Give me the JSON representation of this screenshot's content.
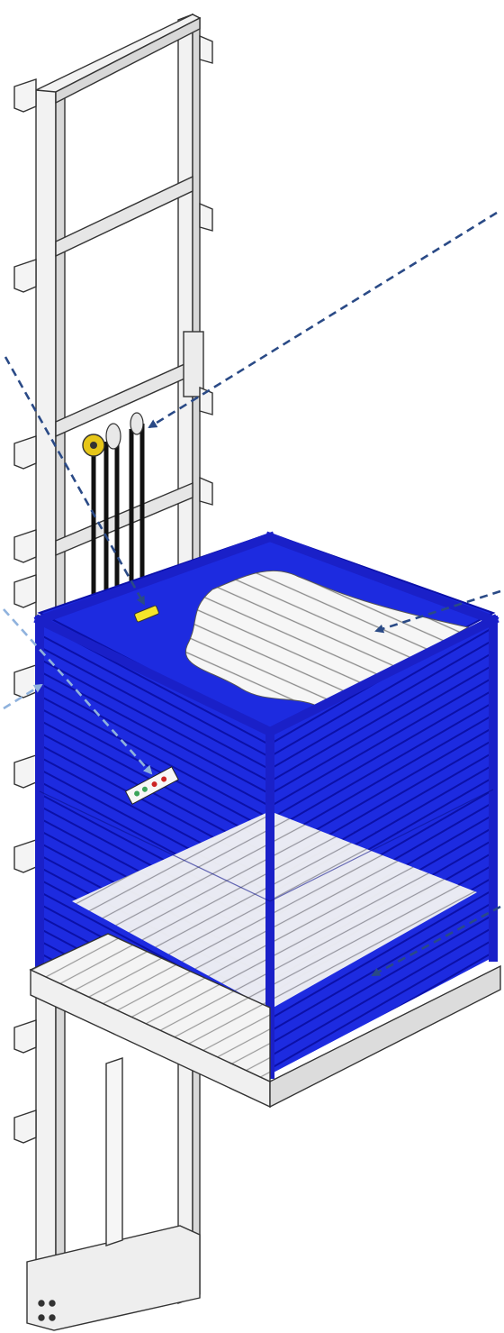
{
  "image": {
    "subject": "elevator",
    "components": [
      "mast-rail",
      "drive-sprocket",
      "drive-chains",
      "control-panel",
      "cab-light",
      "cab-ceiling",
      "cab-floor",
      "platform",
      "base-frame"
    ]
  },
  "colors": {
    "cab_panel": "#1d2be0",
    "cab_frame": "#1a20c8",
    "cab_stripes": "#0b10a8",
    "metal_light": "#f2f2f2",
    "metal_shade": "#d8d8d8",
    "outline": "#333333",
    "sprocket": "#e6c619",
    "indicator": "#f5e52a",
    "callout_dark": "#2a4a86",
    "callout_light": "#8fb2dd",
    "chain": "#111111"
  },
  "callouts": [
    {
      "name": "callout-drive-chain"
    },
    {
      "name": "callout-cab-light"
    },
    {
      "name": "callout-control-panel"
    },
    {
      "name": "callout-cab-ceiling"
    },
    {
      "name": "callout-mast-rail"
    },
    {
      "name": "callout-cab-floor"
    }
  ]
}
